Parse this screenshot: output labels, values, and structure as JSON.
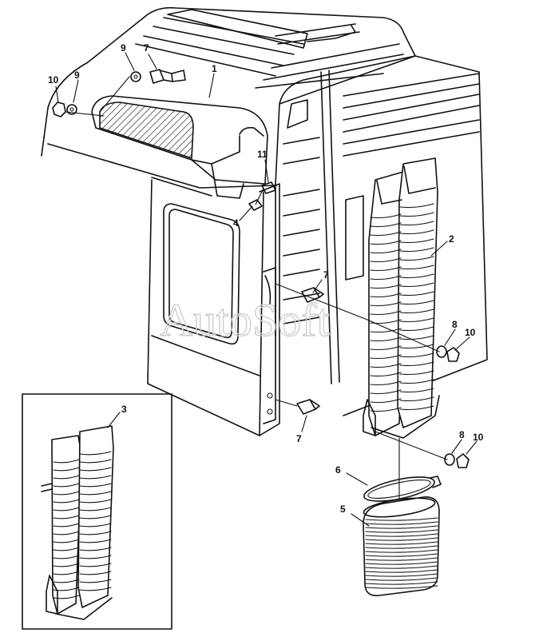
{
  "watermark": "AutoSoft",
  "callouts": {
    "c1": "1",
    "c2": "2",
    "c3": "3",
    "c4": "4",
    "c5": "5",
    "c6": "6",
    "c7a": "7",
    "c7b": "7",
    "c7c": "7",
    "c8a": "8",
    "c8b": "8",
    "c9a": "9",
    "c9b": "9",
    "c10a": "10",
    "c10b": "10",
    "c10c": "10",
    "c11": "11"
  }
}
